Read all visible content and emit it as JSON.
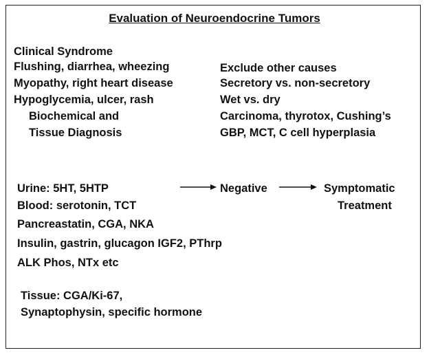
{
  "title": "Evaluation of Neuroendocrine Tumors",
  "left_top": {
    "heading": "Clinical Syndrome",
    "lines": [
      "Flushing, diarrhea, wheezing",
      "Myopathy, right heart disease",
      "Hypoglycemia, ulcer, rash"
    ],
    "diagnosis_lines": [
      "Biochemical and",
      "Tissue Diagnosis"
    ]
  },
  "right_top": {
    "lines": [
      "Exclude other causes",
      "Secretory vs. non-secretory",
      "Wet vs. dry",
      "Carcinoma, thyrotox, Cushing’s",
      "GBP, MCT, C cell hyperplasia"
    ]
  },
  "tests": {
    "lines": [
      "Urine:  5HT, 5HTP",
      "Blood:  serotonin, TCT",
      "Pancreastatin, CGA, NKA",
      "Insulin, gastrin, glucagon IGF2, PThrp",
      "ALK Phos, NTx etc"
    ],
    "tissue_lines": [
      "Tissue:  CGA/Ki-67,",
      "Synaptophysin, specific hormone"
    ]
  },
  "flow": {
    "negative": "Negative",
    "outcome_lines": [
      "Symptomatic",
      "Treatment"
    ]
  },
  "colors": {
    "text": "#111111",
    "border": "#222222",
    "background": "#ffffff"
  }
}
